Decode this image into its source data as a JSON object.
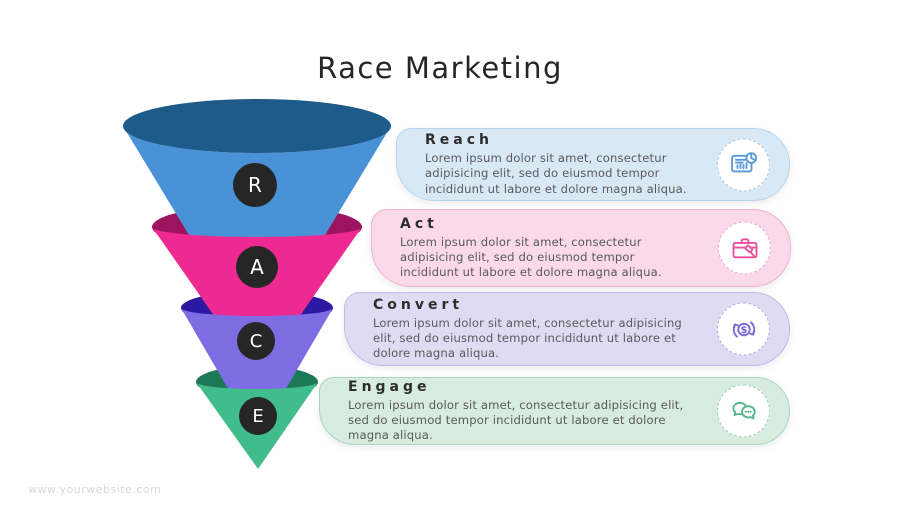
{
  "slide": {
    "title": "Race Marketing",
    "footer": "www.yourwebsite.com",
    "background_color": "#ffffff",
    "title_color": "#262626"
  },
  "funnel": {
    "badge_color": "#262626",
    "badge_text_color": "#ffffff",
    "stages": [
      {
        "letter": "R",
        "label": "Reach",
        "body_color": "#4a92d8",
        "rim_color": "#1e5b8a"
      },
      {
        "letter": "A",
        "label": "Act",
        "body_color": "#ee2a92",
        "rim_color": "#9c135f"
      },
      {
        "letter": "C",
        "label": "Convert",
        "body_color": "#7e6de2",
        "rim_color": "#2d18a2"
      },
      {
        "letter": "E",
        "label": "Engage",
        "body_color": "#41bd8c",
        "rim_color": "#1b7a55"
      }
    ]
  },
  "cards": [
    {
      "title": "Reach",
      "description": "Lorem ipsum dolor sit amet, consectetur adipisicing elit, sed do eiusmod tempor incididunt ut labore et dolore magna aliqua.",
      "icon": "analytics-report-icon",
      "colors": {
        "bg": "#d9e8f5",
        "border": "#b7d4ec",
        "accent": "#5b9bd5",
        "dash": "#a5c9e6"
      }
    },
    {
      "title": "Act",
      "description": "Lorem ipsum dolor sit amet, consectetur adipisicing elit, sed do eiusmod tempor incididunt ut labore et dolore magna aliqua.",
      "icon": "briefcase-gavel-icon",
      "colors": {
        "bg": "#f9d9ea",
        "border": "#f0b3d2",
        "accent": "#e8509b",
        "dash": "#f0a9cd"
      }
    },
    {
      "title": "Convert",
      "description": "Lorem ipsum dolor sit amet, consectetur adipisicing elit, sed do eiusmod tempor incididunt ut labore et dolore magna aliqua.",
      "icon": "dollar-sync-icon",
      "colors": {
        "bg": "#dfdbf2",
        "border": "#c2bae6",
        "accent": "#7a68d9",
        "dash": "#b6abe6"
      }
    },
    {
      "title": "Engage",
      "description": "Lorem ipsum dolor sit amet, consectetur adipisicing elit, sed do eiusmod tempor incididunt ut labore et dolore magna aliqua.",
      "icon": "chat-bubbles-icon",
      "colors": {
        "bg": "#d7ebdf",
        "border": "#a9d4bf",
        "accent": "#54b789",
        "dash": "#9ed1b8"
      }
    }
  ]
}
